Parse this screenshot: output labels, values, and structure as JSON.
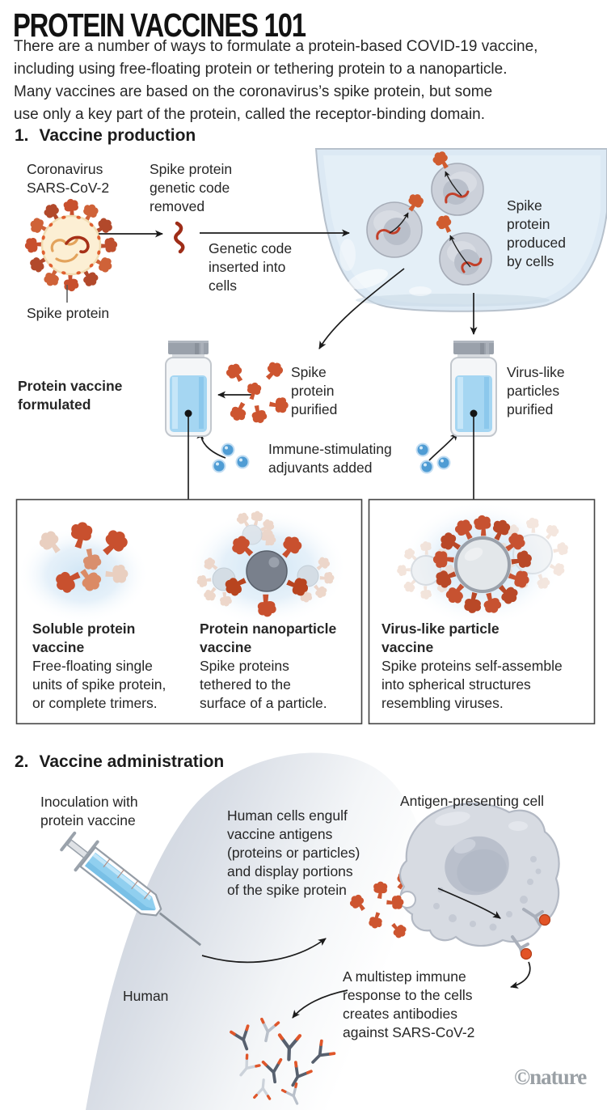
{
  "header": {
    "title": "PROTEIN VACCINES 101",
    "intro": "There are a number of ways to formulate a protein-based COVID-19 vaccine,\nincluding using free-floating protein or tethering protein to a nanoparticle.\nMany vaccines are based on the coronavirus’s spike protein, but some\nuse only a key part of the protein, called the receptor-binding domain."
  },
  "production": {
    "num": "1.",
    "heading": "Vaccine production",
    "coronavirus_label": "Coronavirus\nSARS-CoV-2",
    "spike_label": "Spike protein",
    "genetic_removed": "Spike protein\ngenetic code\nremoved",
    "genetic_inserted": "Genetic code\ninserted into\ncells",
    "produced_by_cells": "Spike\nprotein\nproduced\nby cells",
    "formulated": "Protein vaccine\nformulated",
    "spike_purified": "Spike\nprotein\npurified",
    "adjuvants": "Immune-stimulating\nadjuvants added",
    "vlp_purified": "Virus-like\nparticles\npurified"
  },
  "vaccine_types": [
    {
      "title": "Soluble protein\nvaccine",
      "desc": "Free-floating single\nunits of spike protein,\nor complete trimers."
    },
    {
      "title": "Protein nanoparticle\nvaccine",
      "desc": "Spike proteins\ntethered to the\nsurface of a particle."
    },
    {
      "title": "Virus-like particle\nvaccine",
      "desc": "Spike proteins self-assemble\ninto spherical structures\nresembling viruses."
    }
  ],
  "administration": {
    "num": "2.",
    "heading": "Vaccine administration",
    "inoculation": "Inoculation with\nprotein vaccine",
    "engulf": "Human cells engulf\nvaccine antigens\n(proteins or particles)\nand display portions\nof the spike protein",
    "apc_label": "Antigen-presenting cell",
    "human_label": "Human",
    "response": "A multistep immune\nresponse to the cells\ncreates antibodies\nagainst SARS-CoV-2"
  },
  "credit": "©nature",
  "icons": [
    "coronavirus-icon",
    "genetic-code-icon",
    "bioreactor-flask-icon",
    "cell-icon",
    "vial-icon",
    "spike-protein-icon",
    "adjuvant-dot-icon",
    "nanoparticle-icon",
    "virus-like-particle-icon",
    "syringe-icon",
    "human-silhouette",
    "antigen-presenting-cell-icon",
    "antibody-icon",
    "nature-logo"
  ],
  "colors": {
    "spike_orange": "#c8502e",
    "spike_pale": "#ecd3c5",
    "virus_body": "#fcefd4",
    "liquid_blue": "#a5d6f2",
    "adjuvant_blue": "#4f9cd4",
    "cell_gray": "#ccd1da",
    "flask_blue": "#dce9f4",
    "human_gray": "#c3cad6",
    "antibody_dark": "#57606e",
    "text": "#262626"
  }
}
